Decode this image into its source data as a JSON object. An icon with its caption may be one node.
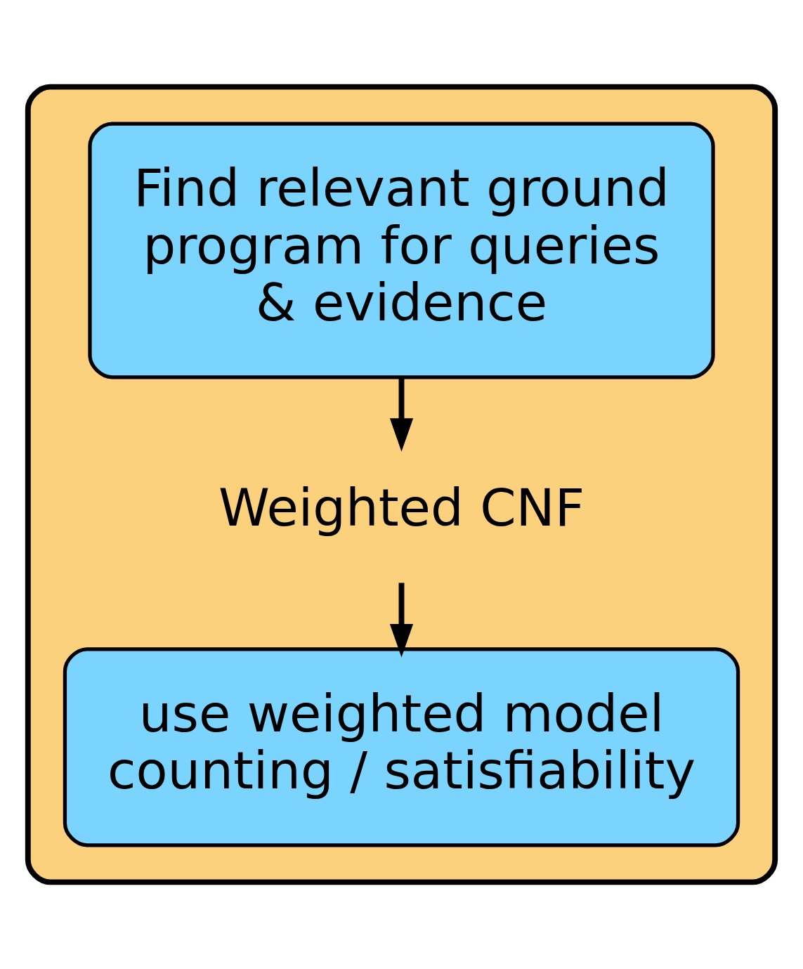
{
  "diagram": {
    "nodes": [
      {
        "text": [],
        "shape": "box"
      },
      {
        "text": [
          "Find relevant ground program for queries & evidence"
        ],
        "in": 0
      },
      {
        "text": [
          "Weighted CNF"
        ],
        "in": 0
      },
      {
        "text": [
          "use weighted model counting / satisfiability"
        ],
        "in": 0
      }
    ],
    "edges": [
      {
        "from": 1,
        "to": 2,
        "arrow": "to"
      },
      {
        "from": 2,
        "to": 3,
        "arrow": "to"
      }
    ]
  }
}
